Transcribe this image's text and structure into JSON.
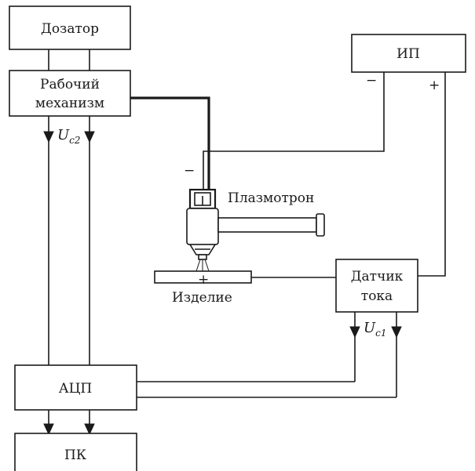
{
  "blocks": {
    "dozator": "Дозатор",
    "mechanism_line1": "Рабочий",
    "mechanism_line2": "механизм",
    "power_supply": "ИП",
    "current_sensor_line1": "Датчик",
    "current_sensor_line2": "тока",
    "adc": "АЦП",
    "pc": "ПК"
  },
  "labels": {
    "plasmatron": "Плазмотрон",
    "workpiece": "Изделие"
  },
  "polarity": {
    "ps_minus": "−",
    "ps_plus": "+",
    "torch_minus": "−",
    "workpiece_plus": "+"
  },
  "signals": {
    "uc2_main": "U",
    "uc2_sub": "c2",
    "uc1_main": "U",
    "uc1_sub": "c1"
  }
}
